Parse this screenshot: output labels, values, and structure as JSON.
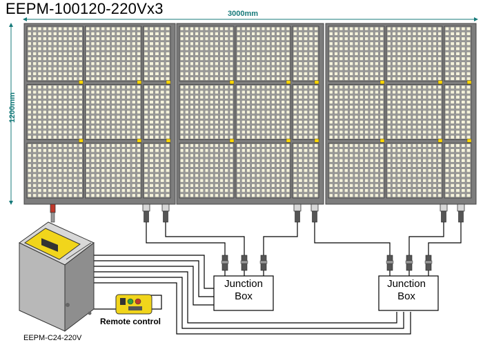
{
  "title": "EEPM-100120-220Vx3",
  "dimensions": {
    "width": "3000mm",
    "height": "1200mm"
  },
  "junction_boxes": [
    {
      "label_line1": "Junction",
      "label_line2": "Box"
    },
    {
      "label_line1": "Junction",
      "label_line2": "Box"
    }
  ],
  "remote_control_label": "Remote control",
  "controller_model": "EEPM-C24-220V",
  "colors": {
    "dimension": "#167a7a",
    "panel": "#7a7a7a",
    "led": "#f5f3dc",
    "connector": "#ffd700"
  }
}
